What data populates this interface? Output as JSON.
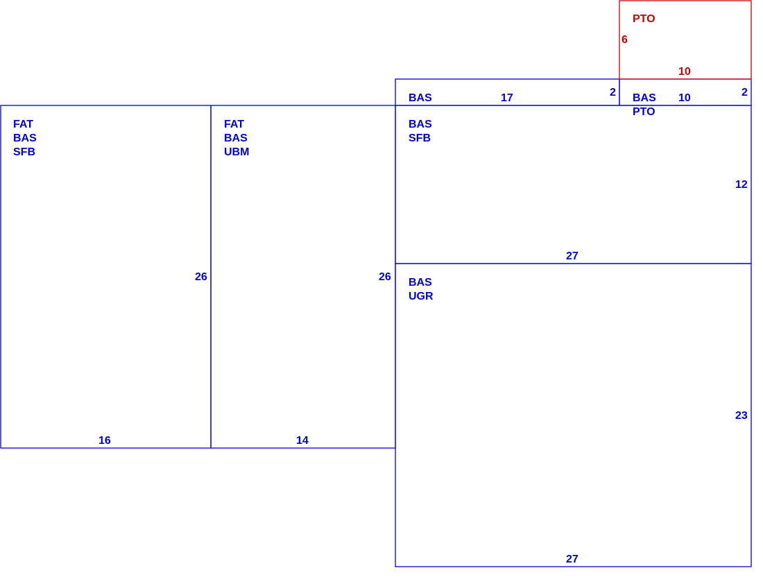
{
  "colors": {
    "main": "#0000cc",
    "porch": "#cc0000",
    "background": "#ffffff"
  },
  "areas": [
    {
      "id": "area-left-fat-bas-sfb",
      "labels": [
        "FAT",
        "BAS",
        "SFB"
      ],
      "side_dimension": "26",
      "bottom_dimension": "16",
      "color": "main"
    },
    {
      "id": "area-middle-fat-bas-ubm",
      "labels": [
        "FAT",
        "BAS",
        "UBM"
      ],
      "side_dimension": "26",
      "bottom_dimension": "14",
      "color": "main"
    },
    {
      "id": "area-strip-bas",
      "labels": [
        "BAS"
      ],
      "side_dimension": "2",
      "bottom_dimension": "17",
      "color": "main"
    },
    {
      "id": "area-strip-bas-pto",
      "labels": [
        "BAS",
        "PTO"
      ],
      "side_dimension": "2",
      "bottom_dimension": "10",
      "color": "main"
    },
    {
      "id": "area-bas-sfb",
      "labels": [
        "BAS",
        "SFB"
      ],
      "side_dimension": "12",
      "bottom_dimension": "27",
      "color": "main"
    },
    {
      "id": "area-bas-ugr",
      "labels": [
        "BAS",
        "UGR"
      ],
      "side_dimension": "23",
      "bottom_dimension": "27",
      "color": "main"
    },
    {
      "id": "area-pto",
      "labels": [
        "PTO"
      ],
      "side_dimension": "6",
      "bottom_dimension": "10",
      "color": "porch"
    }
  ]
}
